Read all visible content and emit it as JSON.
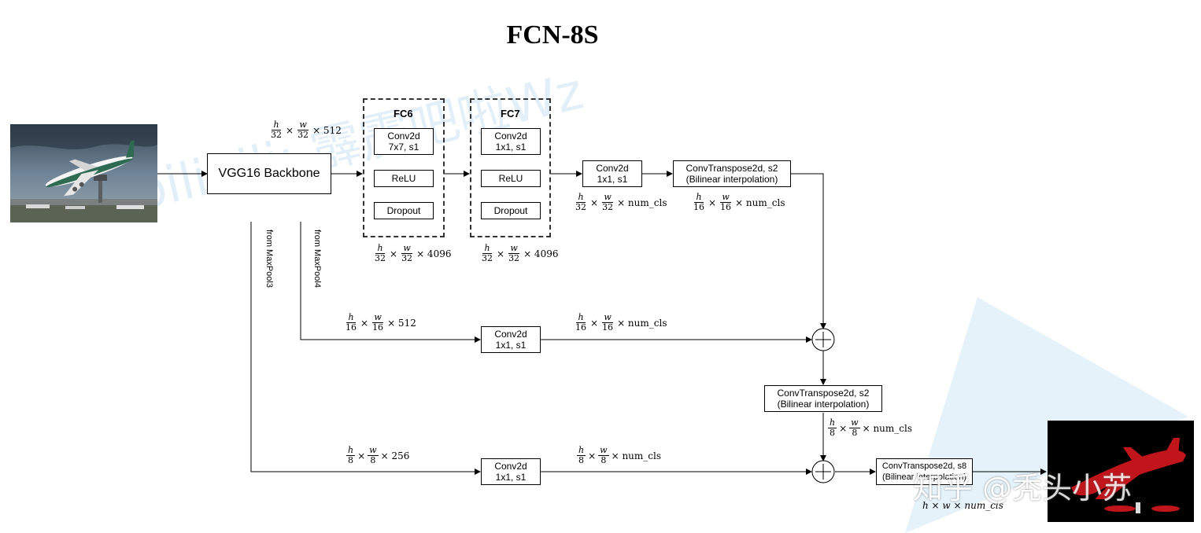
{
  "title": "FCN-8S",
  "watermark": {
    "top": "bilibili: 霹雳吧啦Wz",
    "bottom": "知乎 @秃头小苏"
  },
  "images": {
    "input": "input-photo-airplane-takeoff",
    "output": "segmentation-output-airplane"
  },
  "backbone": "VGG16 Backbone",
  "fc6": {
    "title": "FC6",
    "conv": [
      "Conv2d",
      "7x7, s1"
    ],
    "relu": "ReLU",
    "dropout": "Dropout"
  },
  "fc7": {
    "title": "FC7",
    "conv": [
      "Conv2d",
      "1x1, s1"
    ],
    "relu": "ReLU",
    "dropout": "Dropout"
  },
  "conv_top": [
    "Conv2d",
    "1x1, s1"
  ],
  "convT_top": [
    "ConvTranspose2d, s2",
    "(Bilinear interpolation)"
  ],
  "conv_mid": [
    "Conv2d",
    "1x1, s1"
  ],
  "convT_mid": [
    "ConvTranspose2d, s2",
    "(Bilinear interpolation)"
  ],
  "conv_bot": [
    "Conv2d",
    "1x1, s1"
  ],
  "convT_bot": [
    "ConvTranspose2d, s8",
    "(Bilinear interpolation)"
  ],
  "side_labels": {
    "pool3": "from MaxPool3",
    "pool4": "from MaxPool4"
  },
  "dims": {
    "backbone_out": {
      "h": "h",
      "hd": "32",
      "w": "w",
      "wd": "32",
      "c": "× 512"
    },
    "fc6_out": {
      "h": "h",
      "hd": "32",
      "w": "w",
      "wd": "32",
      "c": "× 4096"
    },
    "fc7_out": {
      "h": "h",
      "hd": "32",
      "w": "w",
      "wd": "32",
      "c": "× 4096"
    },
    "conv_top_out": {
      "h": "h",
      "hd": "32",
      "w": "w",
      "wd": "32",
      "c": "× num_cls"
    },
    "convT_top_out": {
      "h": "h",
      "hd": "16",
      "w": "w",
      "wd": "16",
      "c": "× num_cls"
    },
    "pool4_in": {
      "h": "h",
      "hd": "16",
      "w": "w",
      "wd": "16",
      "c": "× 512"
    },
    "conv_mid_out": {
      "h": "h",
      "hd": "16",
      "w": "w",
      "wd": "16",
      "c": "× num_cls"
    },
    "convT_mid_out": {
      "h": "h",
      "hd": "8",
      "w": "w",
      "wd": "8",
      "c": "× num_cls"
    },
    "pool3_in": {
      "h": "h",
      "hd": "8",
      "w": "w",
      "wd": "8",
      "c": "× 256"
    },
    "conv_bot_out": {
      "h": "h",
      "hd": "8",
      "w": "w",
      "wd": "8",
      "c": "× num_cls"
    },
    "final_out": "h × w × num_cls"
  },
  "times": "×",
  "colors": {
    "line": "#000000",
    "watermark": "#5aa6d8",
    "mask": "#c0151b"
  }
}
